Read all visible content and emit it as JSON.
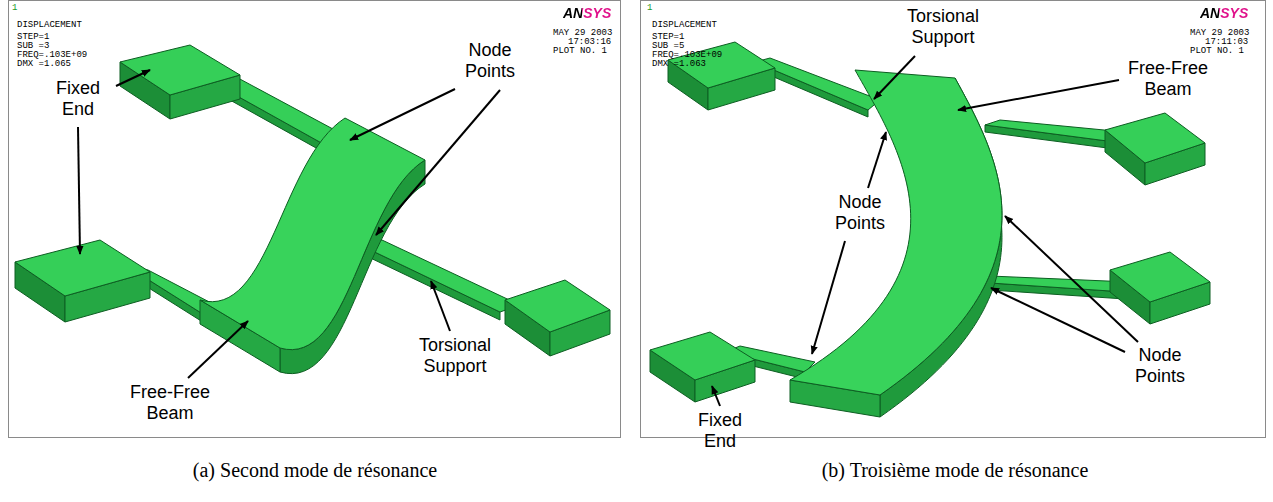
{
  "diagram": {
    "labels": [
      "1",
      "DISPLACEMENT",
      "STEP=1",
      "SUB =3",
      "FREQ=.103E+09",
      "DMX =1.065",
      "ANSYS",
      "MAY 29 2003",
      "17:03:16",
      "PLOT NO.  1",
      "Fixed End",
      "Node Points",
      "Free-Free Beam",
      "Torsional Support",
      "(a) Second mode de résonance",
      "1",
      "DISPLACEMENT",
      "STEP=1",
      "SUB =5",
      "FREQ=.103E+09",
      "DMX =1.063",
      "ANSYS",
      "MAY 29 2003",
      "17:11:03",
      "PLOT NO.  1",
      "Torsional Support",
      "Free-Free Beam",
      "Node Points",
      "Node Points",
      "Fixed End",
      "(b) Troisième mode de résonance"
    ]
  }
}
